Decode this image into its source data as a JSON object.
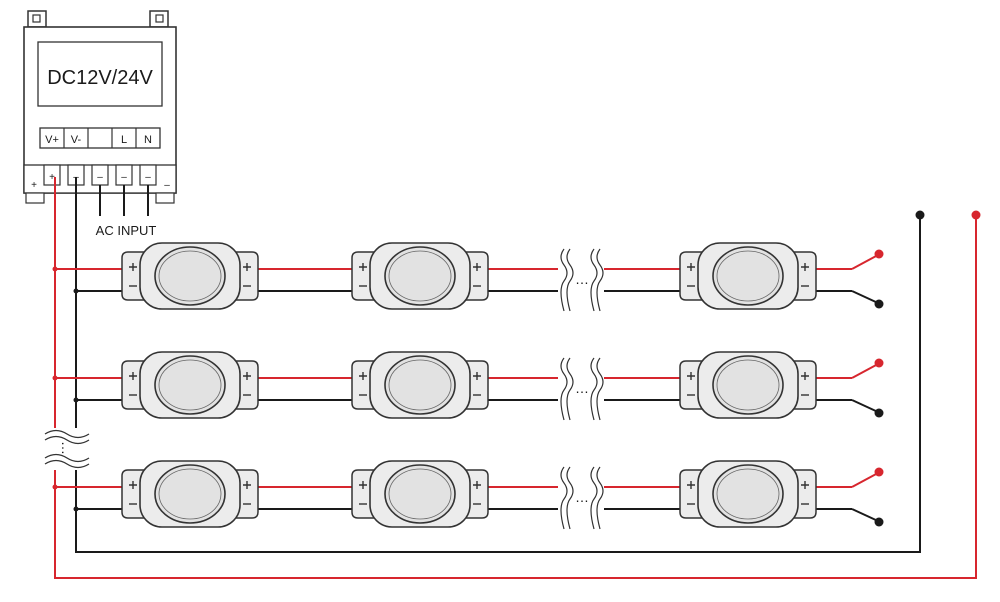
{
  "power_supply": {
    "voltage_label": "DC12V/24V",
    "terminals": [
      "V+",
      "V-",
      "",
      "L",
      "N"
    ],
    "screw_marks": [
      "+",
      "+",
      "–",
      "–",
      "–",
      "–",
      "–"
    ],
    "ac_input_label": "AC INPUT"
  },
  "chain": {
    "ellipsis": "…",
    "rows": 3,
    "modules_per_row": 3
  },
  "colors": {
    "positive_wire": "#d7262e",
    "negative_wire": "#1a1a1a",
    "module_fill": "#ececec",
    "outline": "#333333"
  }
}
